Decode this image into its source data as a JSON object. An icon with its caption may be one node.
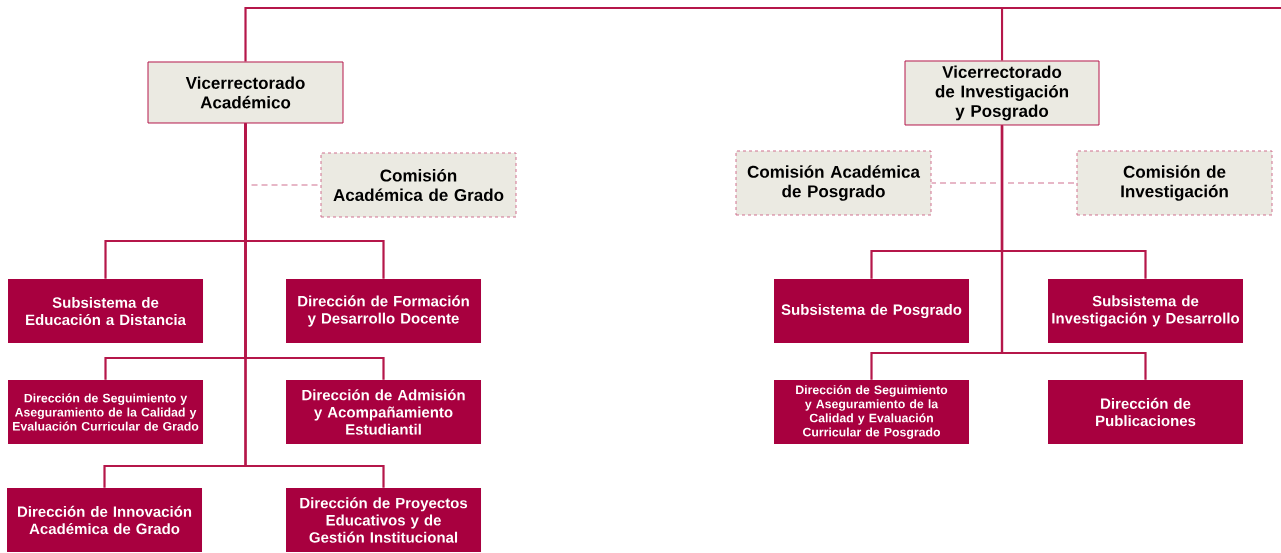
{
  "diagram": {
    "nodes": [
      {
        "text": [
          "Vicerrectorado Académico"
        ]
      },
      {
        "text": [
          "Comisión Académica de Grado"
        ]
      },
      {
        "text": [
          "Subsistema de Educación a Distancia"
        ]
      },
      {
        "text": [
          "Dirección de Formación y Desarrollo Docente"
        ]
      },
      {
        "text": [
          "Dirección de Seguimiento y Aseguramiento de la Calidad y Evaluación Curricular de Grado"
        ]
      },
      {
        "text": [
          "Dirección de Admisión y Acompañamiento Estudiantil"
        ]
      },
      {
        "text": [
          "Dirección de Innovación Académica de Grado"
        ]
      },
      {
        "text": [
          "Dirección de Proyectos Educativos y de Gestión Institucional"
        ]
      },
      {
        "text": [
          "Vicerrectorado de Investigación y Posgrado"
        ]
      },
      {
        "text": [
          "Comisión Académica de Posgrado"
        ]
      },
      {
        "text": [
          "Comisión de Investigación"
        ]
      },
      {
        "text": [
          "Subsistema de Posgrado"
        ]
      },
      {
        "text": [
          "Subsistema de Investigación y Desarrollo"
        ]
      },
      {
        "text": [
          "Dirección de Seguimiento y Aseguramiento de la Calidad y Evaluación Curricular de Posgrado"
        ]
      },
      {
        "text": [
          "Dirección de Publicaciones"
        ]
      }
    ],
    "edges": [
      {
        "from": null,
        "to": 0,
        "arrow": "none"
      },
      {
        "from": null,
        "to": 8,
        "arrow": "none"
      },
      {
        "from": 0,
        "to": 1,
        "arrow": "none",
        "style": "dashed",
        "color": "#d0708f"
      },
      {
        "from": 0,
        "to": 2,
        "arrow": "none"
      },
      {
        "from": 0,
        "to": 3,
        "arrow": "none"
      },
      {
        "from": 0,
        "to": 4,
        "arrow": "none"
      },
      {
        "from": 0,
        "to": 5,
        "arrow": "none"
      },
      {
        "from": 0,
        "to": 6,
        "arrow": "none"
      },
      {
        "from": 0,
        "to": 7,
        "arrow": "none"
      },
      {
        "from": 8,
        "to": 9,
        "arrow": "none",
        "style": "dashed",
        "color": "#d0708f"
      },
      {
        "from": 8,
        "to": 10,
        "arrow": "none",
        "style": "dashed",
        "color": "#d0708f"
      },
      {
        "from": 8,
        "to": 11,
        "arrow": "none"
      },
      {
        "from": 8,
        "to": 12,
        "arrow": "none"
      },
      {
        "from": 8,
        "to": 13,
        "arrow": "none"
      },
      {
        "from": 8,
        "to": 14,
        "arrow": "none"
      }
    ]
  }
}
